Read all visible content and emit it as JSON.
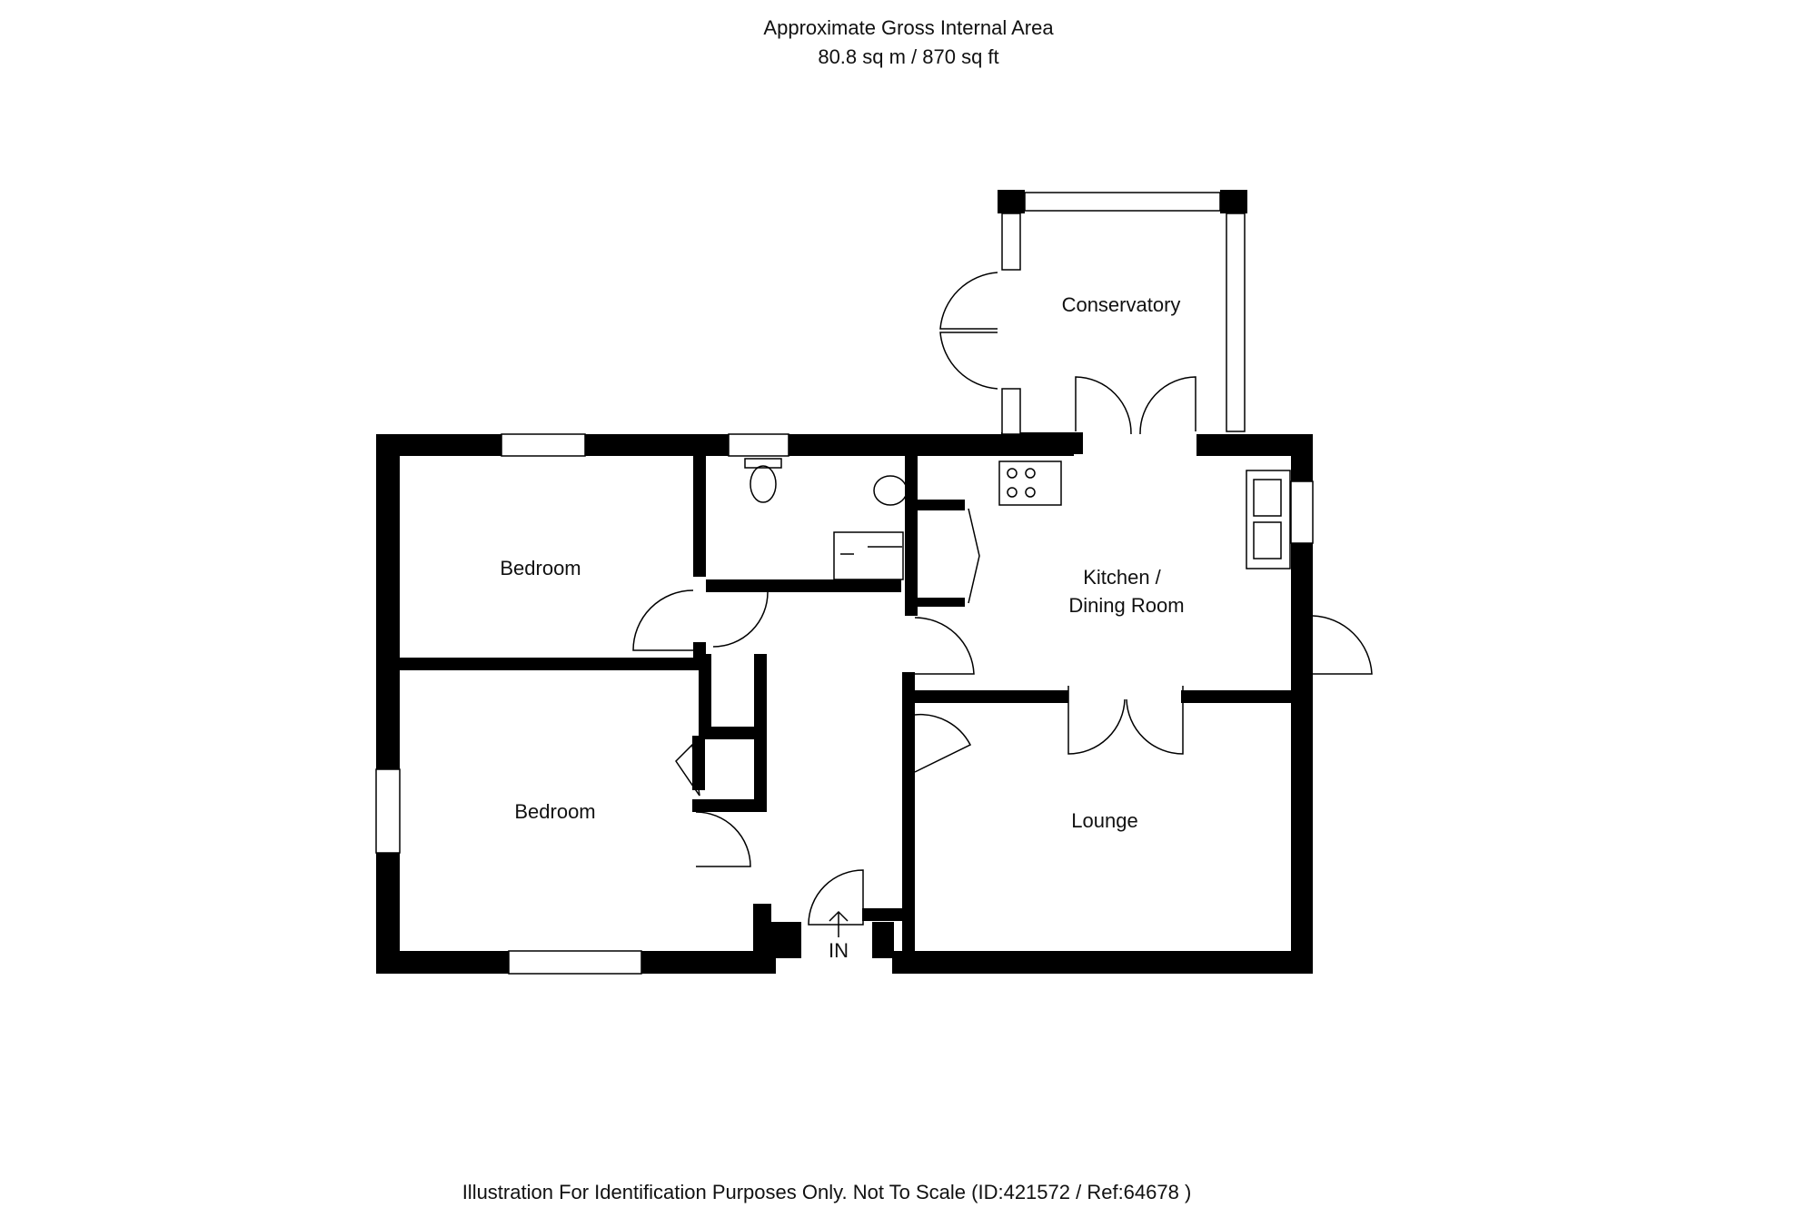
{
  "header": {
    "title": "Approximate Gross Internal Area",
    "area": "80.8 sq m / 870 sq ft"
  },
  "rooms": {
    "conservatory": "Conservatory",
    "bedroom_top": "Bedroom",
    "bedroom_bottom": "Bedroom",
    "kitchen_line1": "Kitchen /",
    "kitchen_line2": "Dining Room",
    "lounge": "Lounge"
  },
  "entrance": "IN",
  "footer": "Illustration For Identification Purposes Only. Not To Scale (ID:421572 / Ref:64678 )"
}
